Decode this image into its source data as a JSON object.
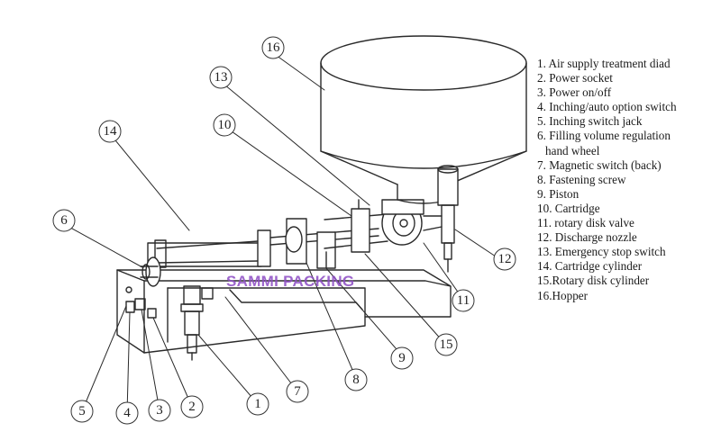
{
  "watermark": "SAMMI PACKING",
  "callouts": [
    "1",
    "2",
    "3",
    "4",
    "5",
    "6",
    "7",
    "8",
    "9",
    "10",
    "11",
    "12",
    "13",
    "14",
    "15",
    "16"
  ],
  "legend": [
    "1. Air supply treatment diad",
    "2. Power socket",
    "3. Power on/off",
    "4. Inching/auto option switch",
    "5. Inching switch jack",
    "6. Filling volume regulation",
    "hand wheel",
    "7. Magnetic switch (back)",
    "8. Fastening screw",
    "9. Piston",
    "10. Cartridge",
    "11. rotary disk valve",
    "12. Discharge nozzle",
    "13. Emergency stop switch",
    "14. Cartridge cylinder",
    "15.Rotary disk cylinder",
    "16.Hopper"
  ]
}
